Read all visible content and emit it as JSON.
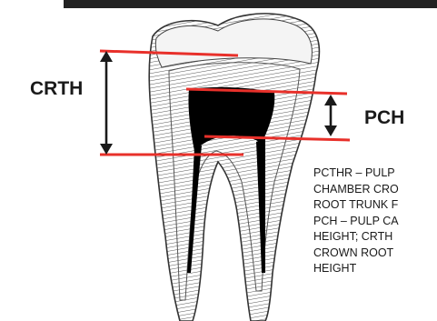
{
  "labels": {
    "crth": "CRTH",
    "pch": "PCH"
  },
  "legend": {
    "text": "PCTHR – PULP\nCHAMBER CRO\nROOT TRUNK F\nPCH – PULP CA\nHEIGHT; CRTH\nCROWN ROOT\nHEIGHT"
  },
  "colors": {
    "reference_lines": "#e8302a",
    "arrows": "#1a1a1a",
    "tooth_outline": "#333333",
    "pulp": "#000000"
  }
}
